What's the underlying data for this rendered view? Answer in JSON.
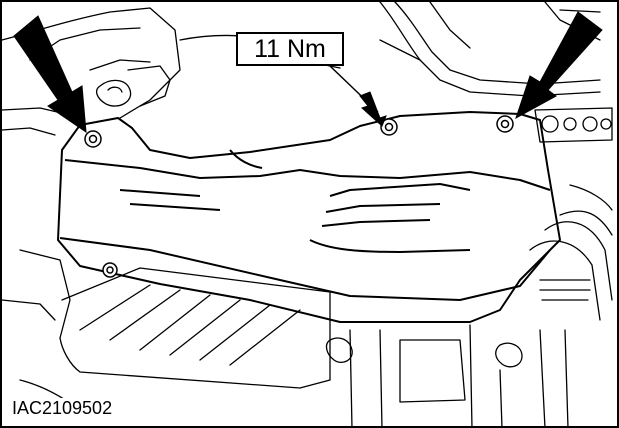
{
  "figure": {
    "torque_callout": "11 Nm",
    "figure_id": "IAC2109502"
  },
  "colors": {
    "line": "#000000",
    "background": "#ffffff"
  },
  "icons": [
    "arrow-left",
    "arrow-center",
    "arrow-right"
  ]
}
